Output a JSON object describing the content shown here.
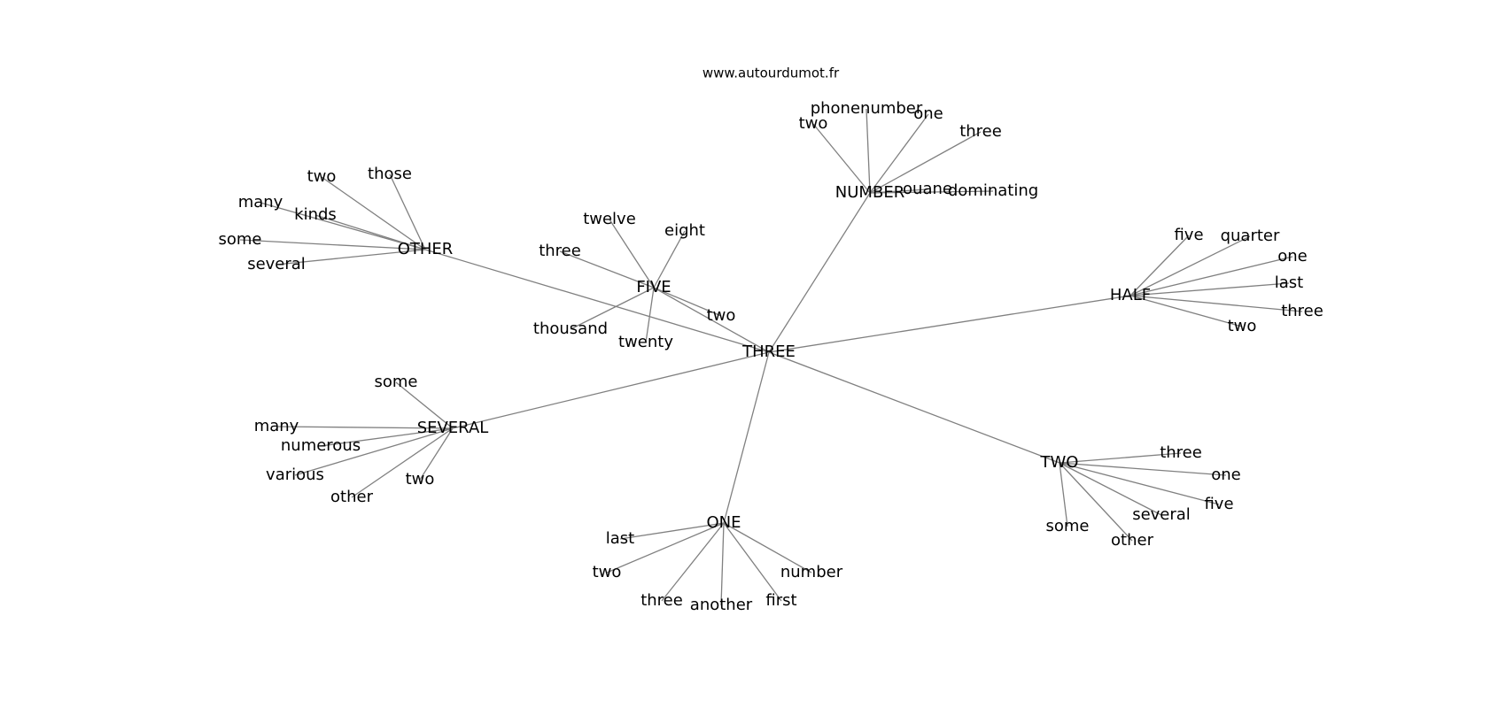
{
  "site": "www.autourdumot.fr",
  "colors": {
    "edge": "#808080",
    "text": "#000000",
    "background": "#ffffff"
  },
  "center": "THREE",
  "hubs": [
    {
      "id": "other",
      "label": "OTHER",
      "words": [
        "two",
        "those",
        "many",
        "kinds",
        "some",
        "several"
      ]
    },
    {
      "id": "five",
      "label": "FIVE",
      "words": [
        "twelve",
        "eight",
        "three",
        "thousand",
        "twenty",
        "two"
      ]
    },
    {
      "id": "number",
      "label": "NUMBER",
      "words": [
        "phonenumber",
        "one",
        "three",
        "two",
        "ouane",
        "dominating"
      ]
    },
    {
      "id": "half",
      "label": "HALF",
      "words": [
        "five",
        "quarter",
        "one",
        "last",
        "three",
        "two"
      ]
    },
    {
      "id": "several",
      "label": "SEVERAL",
      "words": [
        "some",
        "many",
        "numerous",
        "various",
        "other",
        "two"
      ]
    },
    {
      "id": "one",
      "label": "ONE",
      "words": [
        "last",
        "two",
        "three",
        "another",
        "first",
        "number"
      ]
    },
    {
      "id": "two",
      "label": "TWO",
      "words": [
        "three",
        "one",
        "five",
        "several",
        "some",
        "other"
      ]
    }
  ]
}
